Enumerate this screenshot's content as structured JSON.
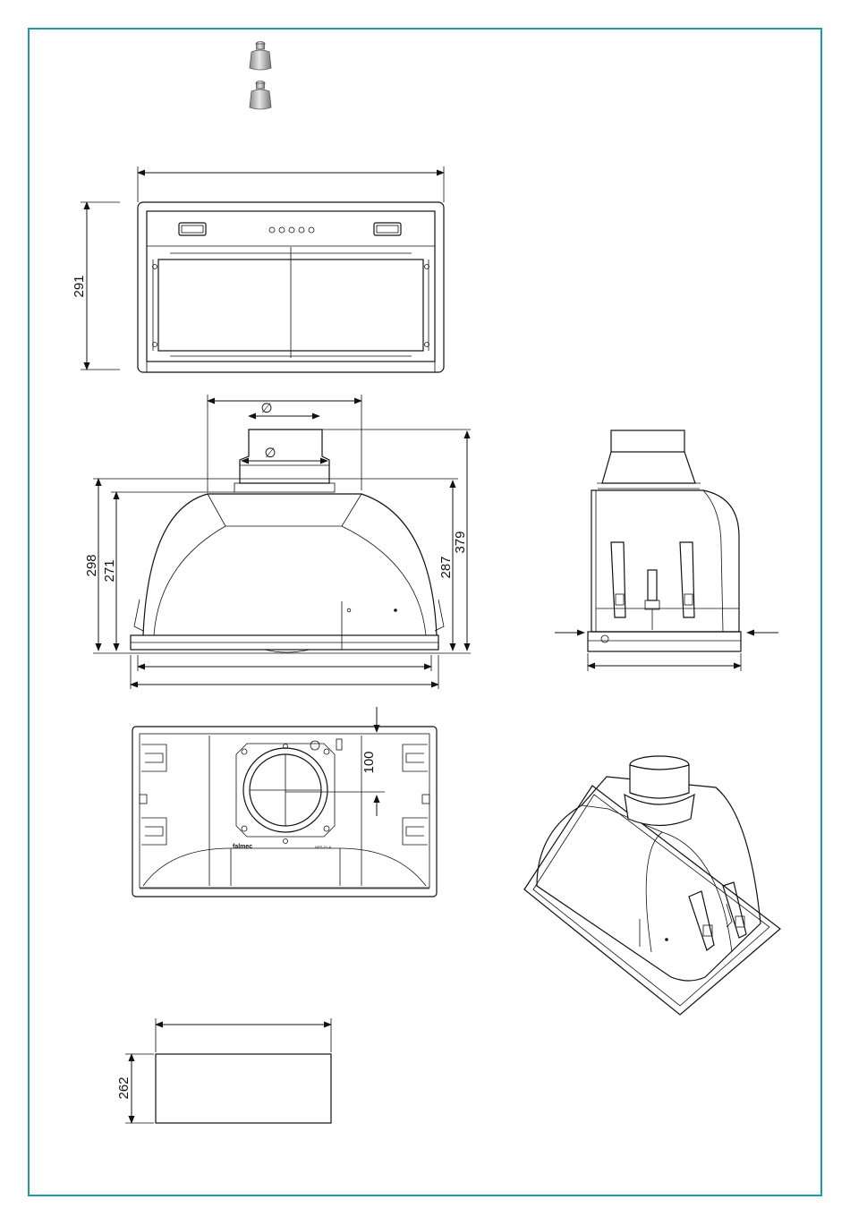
{
  "colors": {
    "frame": "#1e9aa8",
    "line": "#111111",
    "weight_fill": "#b8b8b8"
  },
  "icons": [
    "weight-icon",
    "weight-icon"
  ],
  "dimensions": {
    "front_height": "291",
    "side_height_outer": "298",
    "side_height_inner": "271",
    "side_height_right_inner": "287",
    "side_height_right_outer": "379",
    "bottom_offset": "100",
    "filter_height": "262",
    "diameter_symbol": "∅"
  },
  "logos": {
    "brand": "falmec",
    "model": "NRS-01-A"
  }
}
